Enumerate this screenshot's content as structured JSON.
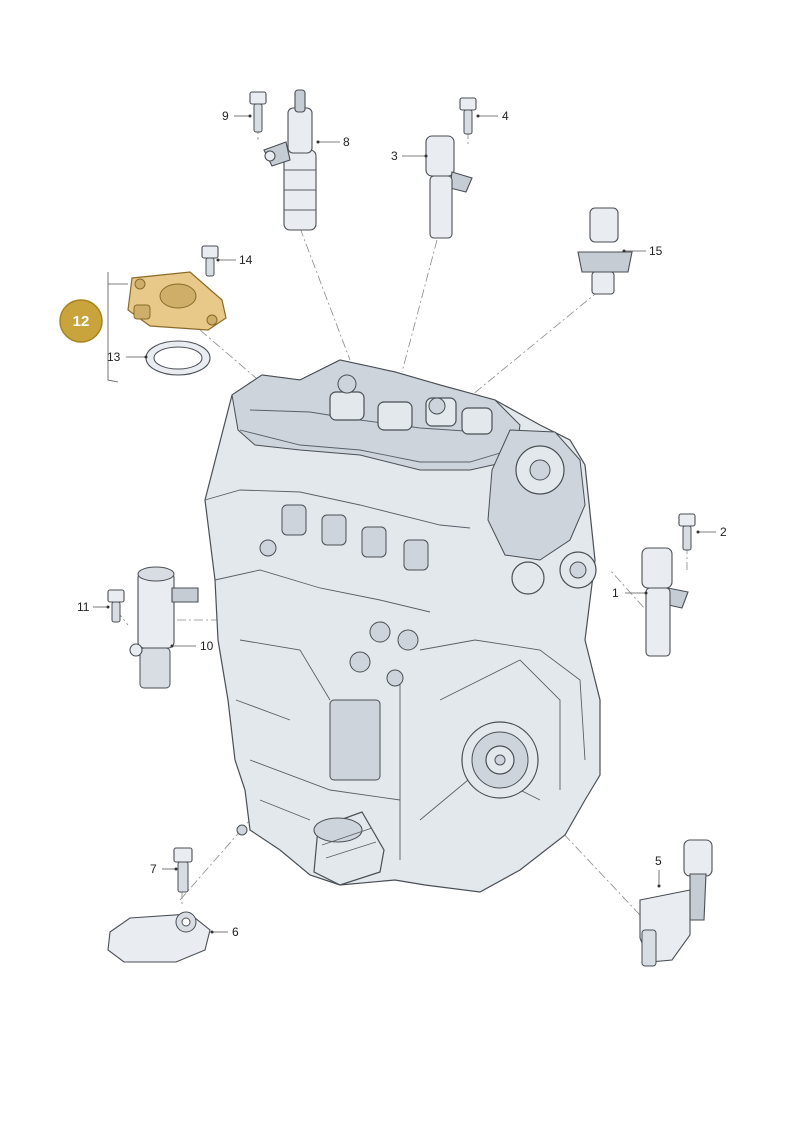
{
  "callouts": [
    {
      "id": "1",
      "label": "1"
    },
    {
      "id": "2",
      "label": "2"
    },
    {
      "id": "3",
      "label": "3"
    },
    {
      "id": "4",
      "label": "4"
    },
    {
      "id": "5",
      "label": "5"
    },
    {
      "id": "6",
      "label": "6"
    },
    {
      "id": "7",
      "label": "7"
    },
    {
      "id": "8",
      "label": "8"
    },
    {
      "id": "9",
      "label": "9"
    },
    {
      "id": "10",
      "label": "10"
    },
    {
      "id": "11",
      "label": "11"
    },
    {
      "id": "12",
      "label": "12"
    },
    {
      "id": "13",
      "label": "13"
    },
    {
      "id": "14",
      "label": "14"
    },
    {
      "id": "15",
      "label": "15"
    }
  ],
  "highlight": {
    "label": "12",
    "color": "#c9a33c",
    "part_color": "#e8c98a"
  }
}
